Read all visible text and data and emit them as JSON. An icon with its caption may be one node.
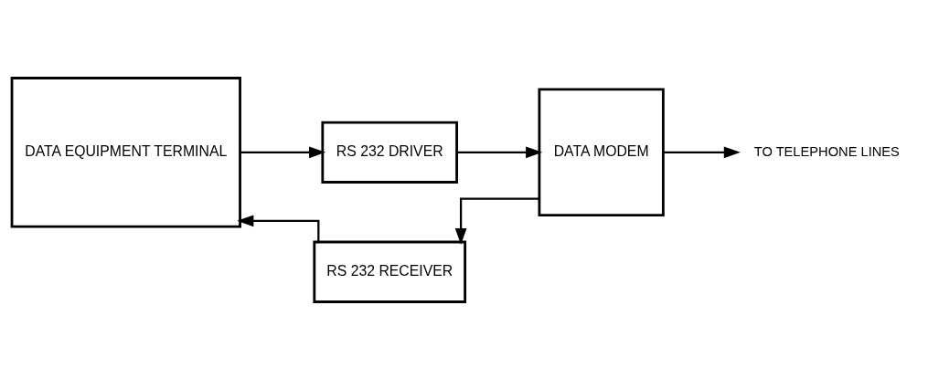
{
  "diagram": {
    "nodes": [
      {
        "text": [
          "DATA EQUIPMENT TERMINAL"
        ]
      },
      {
        "text": [
          "RS 232 DRIVER"
        ]
      },
      {
        "text": [
          "DATA MODEM"
        ]
      },
      {
        "text": [
          "RS 232 RECEIVER"
        ]
      },
      {
        "text": [
          "TO TELEPHONE LINES"
        ]
      }
    ],
    "edges": [
      {
        "from": 0,
        "to": 1,
        "arrow": "to"
      },
      {
        "from": 1,
        "to": 2,
        "arrow": "to"
      },
      {
        "from": 2,
        "to": 3,
        "arrow": "to"
      },
      {
        "from": 3,
        "to": 0,
        "arrow": "to"
      },
      {
        "from": 2,
        "to": 4,
        "arrow": "to"
      }
    ]
  }
}
